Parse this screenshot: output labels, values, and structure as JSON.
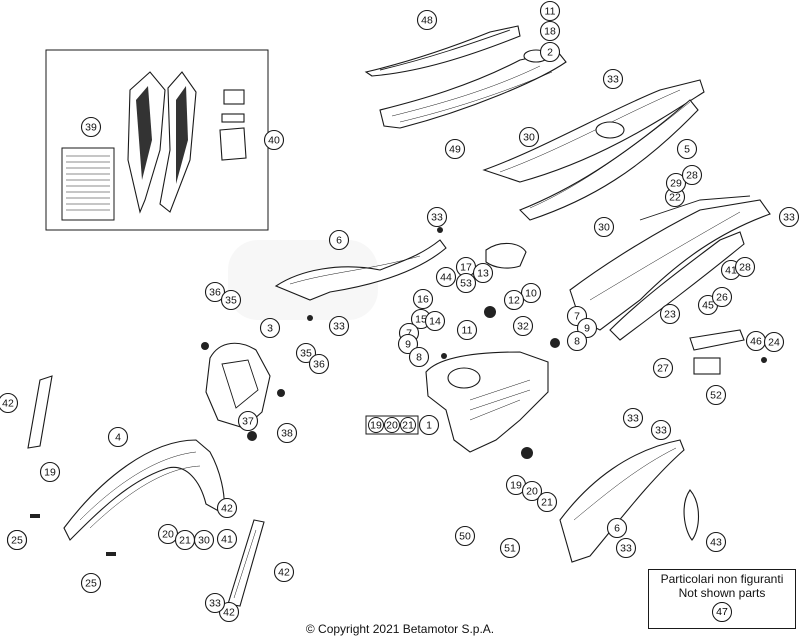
{
  "diagram": {
    "labels": [
      "48",
      "11",
      "18",
      "2",
      "33",
      "5",
      "49",
      "30",
      "39",
      "40",
      "22",
      "29",
      "28",
      "33",
      "30",
      "41",
      "28",
      "33",
      "6",
      "17",
      "13",
      "10",
      "44",
      "53",
      "12",
      "36",
      "35",
      "16",
      "15",
      "14",
      "11",
      "32",
      "7",
      "9",
      "8",
      "3",
      "33",
      "45",
      "26",
      "35",
      "36",
      "42",
      "7",
      "9",
      "8",
      "23",
      "27",
      "46",
      "24",
      "52",
      "37",
      "38",
      "1",
      "19",
      "20",
      "21",
      "4",
      "33",
      "33",
      "19",
      "20",
      "21",
      "30",
      "42",
      "41",
      "42",
      "50",
      "51",
      "6",
      "33",
      "43",
      "25",
      "42",
      "25",
      "33",
      "25"
    ],
    "group_labels": [
      "19",
      "20",
      "21"
    ]
  },
  "note": {
    "line1": "Particolari non figuranti",
    "line2": "Not shown parts",
    "number": "47"
  },
  "copyright": "© Copyright 2021 Betamotor S.p.A."
}
